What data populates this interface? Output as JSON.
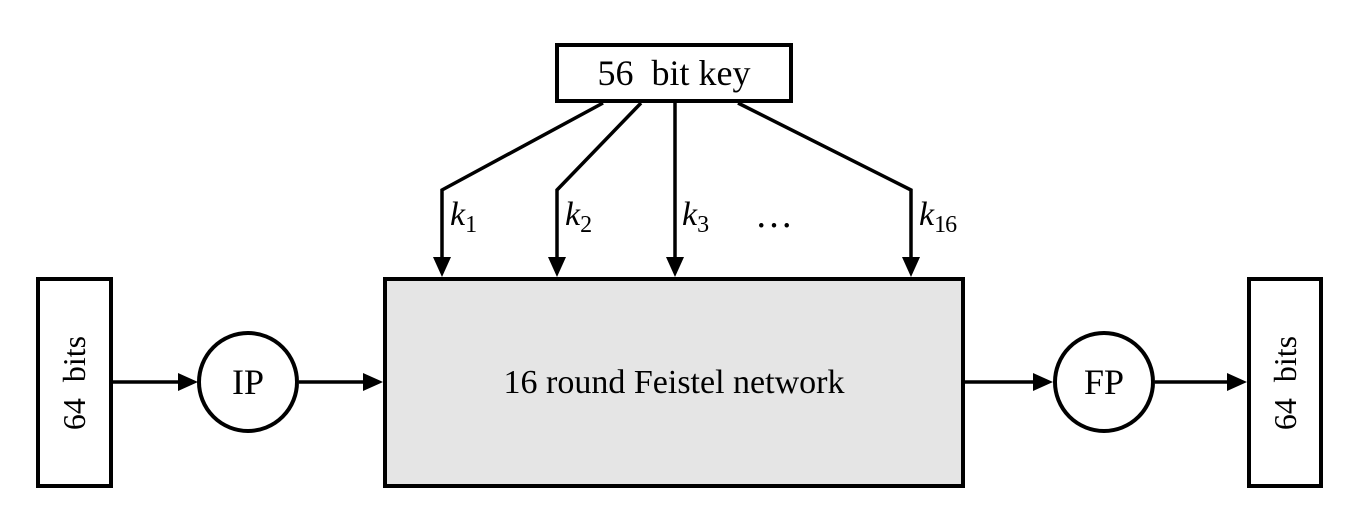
{
  "diagram": {
    "key_box": {
      "label": "56  bit key"
    },
    "feistel_box": {
      "label": "16 round Feistel network"
    },
    "input_box": {
      "label": "64  bits"
    },
    "output_box": {
      "label": "64  bits"
    },
    "ip_node": {
      "label": "IP"
    },
    "fp_node": {
      "label": "FP"
    },
    "subkeys": [
      {
        "base": "k",
        "sub": "1"
      },
      {
        "base": "k",
        "sub": "2"
      },
      {
        "base": "k",
        "sub": "3"
      },
      {
        "base": "k",
        "sub": "16"
      }
    ],
    "ellipsis": "…",
    "colors": {
      "stroke": "#000000",
      "feistel_fill": "#e5e5e5",
      "background": "#ffffff"
    }
  }
}
